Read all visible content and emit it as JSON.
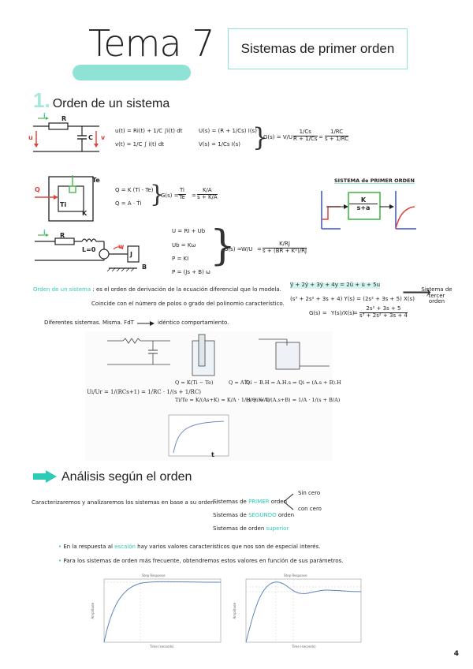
{
  "header": {
    "title": "Tema 7",
    "subtitle": "Sistemas de primer orden"
  },
  "section1": {
    "number": "1.",
    "title": "Orden de un sistema",
    "rc": {
      "i_label": "i",
      "r_label": "R",
      "c_label": "C",
      "u_label": "u",
      "v_label": "v",
      "eq1": "u(t) = Ri(t) + 1/C ∫i(t) dt",
      "eq2": "v(t) = 1/C ∫ i(t) dt",
      "eq3": "U(s) = (R + 1/Cs) I(s)",
      "eq4": "V(s) = 1/Cs I(s)",
      "eq5_lhs": "G(s) = V/U",
      "eq5_a": "1/Cs",
      "eq5_b": "R + 1/Cs",
      "eq5_c": "1/RC",
      "eq5_d": "s + 1/RC"
    },
    "thermal": {
      "te_label": "Te",
      "ti_label": "Ti",
      "q_label": "Q",
      "k_label": "K",
      "eq1": "Q = K (Ti - Te)",
      "eq2": "Q = A · Ṫi",
      "tf_lhs": "G(s) =",
      "tf_num1": "Ti",
      "tf_den1": "Te",
      "tf_num2": "K/A",
      "tf_den2": "s + K/A"
    },
    "motor": {
      "i_label": "i",
      "r_label": "R",
      "l_label": "L=0",
      "w_label": "w",
      "j_label": "J",
      "b_label": "B",
      "eq1": "U = RI + Ub",
      "eq2": "Ub = Kω",
      "eq3": "P = KI",
      "eq4": "P = (Js + B) ω",
      "tf_lhs": "G(s) =",
      "tf_frac": "W/U",
      "tf_num": "K/RJ",
      "tf_den": "s + (BR + K²)/RJ"
    },
    "first_order": {
      "label": "SISTEMA de PRIMER ORDEN",
      "block_num": "K",
      "block_den": "s+a"
    },
    "note1_title": "Orden de un sistema",
    "note1_text": ": es el orden de derivación de la ecuación diferencial que lo modela.",
    "note1_line2": "Coincide con el número de polos o grado del polinomio característico.",
    "note2": "Diferentes sistemas. Misma. FdT",
    "note2_b": "idéntico comportamiento.",
    "third": {
      "eq1": "y⃛ + 2ÿ + 3ẏ + 4y = 2ü + u̇ + 5u",
      "eq2": "(s³ + 2s² + 3s + 4) Y(s) = (2s² + 3s + 5) X(s)",
      "eq3_lhs": "G(s) =",
      "eq3_frac": "Y(s)/X(s)",
      "eq3_num": "2s² + 3s + 5",
      "eq3_den": "s³ + 2s² + 3s + 4",
      "label": "Sistema de tercer orden"
    },
    "photo": {
      "eq_a": "Ui/Ur = 1/(RCs+1) = 1/RC · 1/(s + 1/RC)",
      "eq_b1": "Q = K(Ti − Te)",
      "eq_b2": "Q = AṪi",
      "eq_b3": "Ti/Te = K/(As+K) = K/A · 1/(s + K/A)",
      "eq_c1": "Qi − B.H = A.H.s ⇒ Qi = (A.s + B).H",
      "eq_c2": "H/Qi = 1/(A.s+B) = 1/A · 1/(s + B/A)",
      "t_label": "t"
    }
  },
  "section2": {
    "title": "Análisis según el orden",
    "intro": "Caracterizaremos y analizaremos los sistemas en base a su orden :",
    "item1": "Sistemas de",
    "item1_hl": "PRIMER",
    "item1_end": "orden",
    "item2": "Sistemas de",
    "item2_hl": "SEGUNDO",
    "item2_end": "orden",
    "item3": "Sistemas de orden",
    "item3_hl": "superior",
    "branch_a": "Sin cero",
    "branch_b": "con cero",
    "bullet1_a": "En la respuesta al",
    "bullet1_hl": "escalón",
    "bullet1_b": "hay varios valores característicos que nos son de especial interés.",
    "bullet2": "Para los sistemas de orden más frecuente, obtendremos estos valores en función de sus parámetros."
  },
  "plots": {
    "left_title": "Step Response",
    "right_title": "Step Response",
    "xlabel": "Time (seconds)",
    "ylabel": "Amplitude"
  },
  "page_number": "4",
  "colors": {
    "accent": "#8fe3d6",
    "teal": "#2ccbb5",
    "red": "#e0403a",
    "green": "#49b748",
    "blue": "#3a50d0"
  }
}
